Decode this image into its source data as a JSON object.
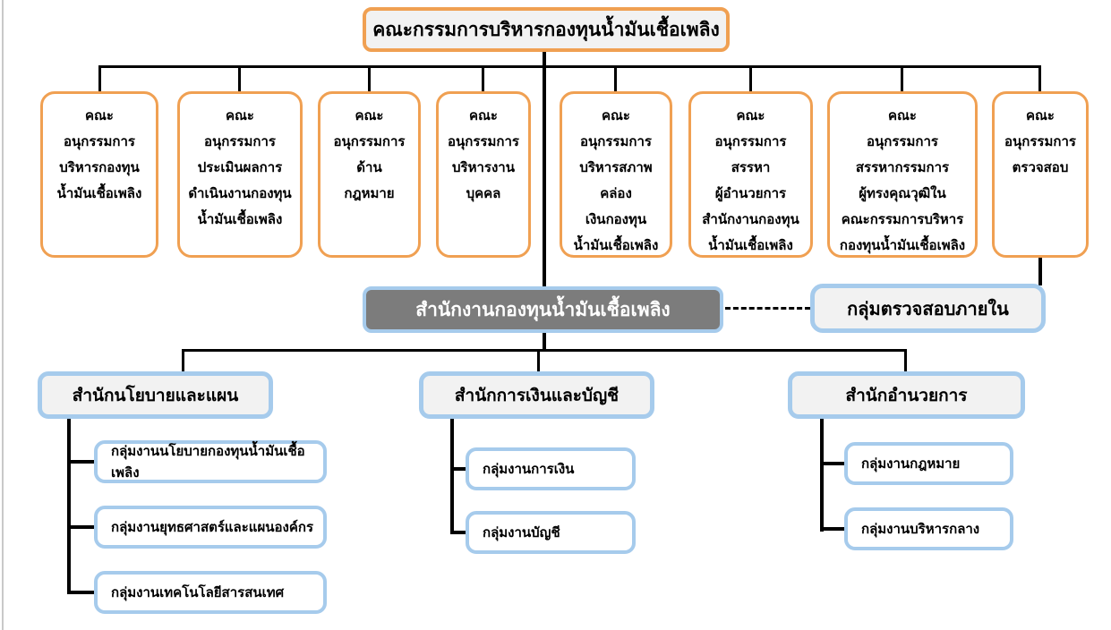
{
  "colors": {
    "orange": "#F0A052",
    "blue": "#A6CBEC",
    "grayfill": "#7C7C7C",
    "lightfill": "#F2F2F2",
    "line": "#000000"
  },
  "root": {
    "label": "คณะกรรมการบริหารกองทุนน้ำมันเชื้อเพลิง"
  },
  "subcommittees": [
    {
      "label": "คณะ\nอนุกรรมการ\nบริหารกองทุน\nน้ำมันเชื้อเพลิง"
    },
    {
      "label": "คณะ\nอนุกรรมการ\nประเมินผลการ\nดำเนินงานกองทุน\nน้ำมันเชื้อเพลิง"
    },
    {
      "label": "คณะ\nอนุกรรมการ\nด้าน\nกฎหมาย"
    },
    {
      "label": "คณะ\nอนุกรรมการ\nบริหารงาน\nบุคคล"
    },
    {
      "label": "คณะ\nอนุกรรมการ\nบริหารสภาพ\nคล่อง\nเงินกองทุน\nน้ำมันเชื้อเพลิง"
    },
    {
      "label": "คณะ\nอนุกรรมการ\nสรรหา\nผู้อำนวยการ\nสำนักงานกองทุน\nน้ำมันเชื้อเพลิง"
    },
    {
      "label": "คณะ\nอนุกรรมการ\nสรรหากรรมการ\nผู้ทรงคุณวุฒิใน\nคณะกรรมการบริหาร\nกองทุนน้ำมันเชื้อเพลิง"
    },
    {
      "label": "คณะ\nอนุกรรมการ\nตรวจสอบ"
    }
  ],
  "office": {
    "label": "สำนักงานกองทุนน้ำมันเชื้อเพลิง"
  },
  "internal_audit": {
    "label": "กลุ่มตรวจสอบภายใน"
  },
  "bureaus": [
    {
      "label": "สำนักนโยบายและแผน",
      "groups": [
        "กลุ่มงานนโยบายกองทุนน้ำมันเชื้อเพลิง",
        "กลุ่มงานยุทธศาสตร์และแผนองค์กร",
        "กลุ่มงานเทคโนโลยีสารสนเทศ"
      ]
    },
    {
      "label": "สำนักการเงินและบัญชี",
      "groups": [
        "กลุ่มงานการเงิน",
        "กลุ่มงานบัญชี"
      ]
    },
    {
      "label": "สำนักอำนวยการ",
      "groups": [
        "กลุ่มงานกฎหมาย",
        "กลุ่มงานบริหารกลาง"
      ]
    }
  ]
}
